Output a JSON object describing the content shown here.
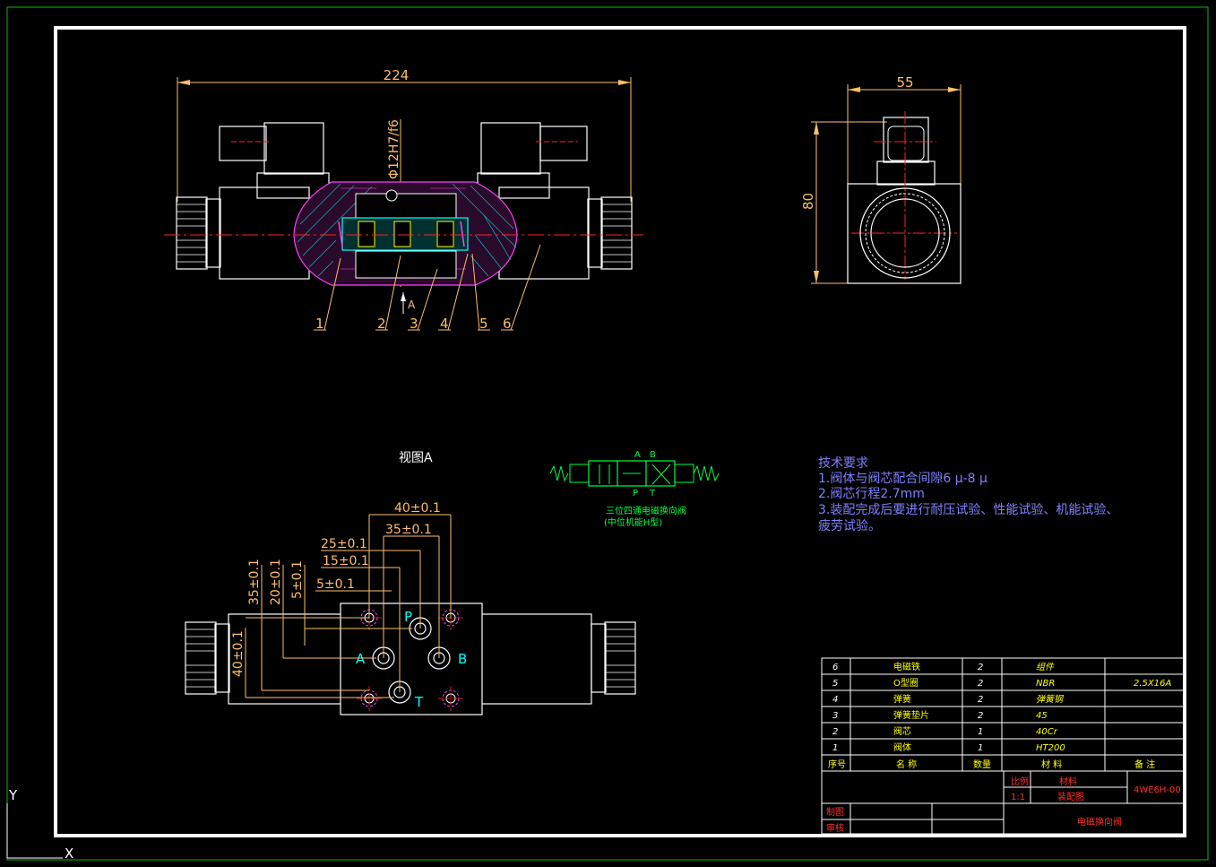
{
  "colors": {
    "background": "#000000",
    "outer_frame": "#00c000",
    "border": "#ffffff",
    "outline": "#ffffff",
    "dimension": "#ffbe6a",
    "centerline": "#ff2020",
    "hatch_body": "#ff40ff",
    "hatch_spool": "#00ffff",
    "symbol": "#00ff40",
    "note_text": "#8080ff",
    "table_line": "#ffffff",
    "table_text": "#ffff00",
    "table_red": "#ff3030"
  },
  "front_view": {
    "dim_length": "224",
    "dim_bore": "Φ12H7/f6",
    "arrow_label": "A",
    "callouts": [
      "1",
      "2",
      "3",
      "4",
      "5",
      "6"
    ]
  },
  "side_view": {
    "dim_width": "55",
    "dim_height": "80"
  },
  "view_a": {
    "title": "视图A",
    "dims_horizontal": [
      "40±0.1",
      "35±0.1",
      "25±0.1",
      "15±0.1",
      "5±0.1"
    ],
    "dims_vertical": [
      "35±0.1",
      "20±0.1",
      "5±0.1",
      "40±0.1"
    ],
    "port_labels": [
      "P",
      "A",
      "B",
      "T"
    ]
  },
  "symbol": {
    "top_labels": [
      "A",
      "B"
    ],
    "bottom_labels": [
      "P",
      "T"
    ],
    "caption_line1": "三位四通电磁换向阀",
    "caption_line2": "(中位机能H型)"
  },
  "tech_requirements": {
    "title": "技术要求",
    "items": [
      "1.阀体与阀芯配合间隙6 μ-8 μ",
      "2.阀芯行程2.7mm",
      "3.装配完成后要进行耐压试验、性能试验、机能试验、",
      "疲劳试验。"
    ]
  },
  "bom": {
    "rows": [
      {
        "no": "6",
        "name": "电磁铁",
        "qty": "2",
        "material": "组件",
        "note": ""
      },
      {
        "no": "5",
        "name": "O型圈",
        "qty": "2",
        "material": "NBR",
        "note": "2.5X16A"
      },
      {
        "no": "4",
        "name": "弹簧",
        "qty": "2",
        "material": "弹簧钢",
        "note": ""
      },
      {
        "no": "3",
        "name": "弹簧垫片",
        "qty": "2",
        "material": "45",
        "note": ""
      },
      {
        "no": "2",
        "name": "阀芯",
        "qty": "1",
        "material": "40Cr",
        "note": ""
      },
      {
        "no": "1",
        "name": "阀体",
        "qty": "1",
        "material": "HT200",
        "note": ""
      }
    ],
    "header": {
      "no": "序号",
      "name": "名 称",
      "qty": "数量",
      "material": "材 料",
      "note": "备 注"
    }
  },
  "title_block": {
    "scale_label": "比例",
    "scale_value": "1:1",
    "material_label": "材料",
    "drawing_type": "装配图",
    "drawing_no": "4WE6H-00",
    "drawing_name": "电磁换向阀",
    "drawn_by_label": "制图",
    "checked_by_label": "审核"
  },
  "ucs": {
    "x_label": "X",
    "y_label": "Y"
  }
}
